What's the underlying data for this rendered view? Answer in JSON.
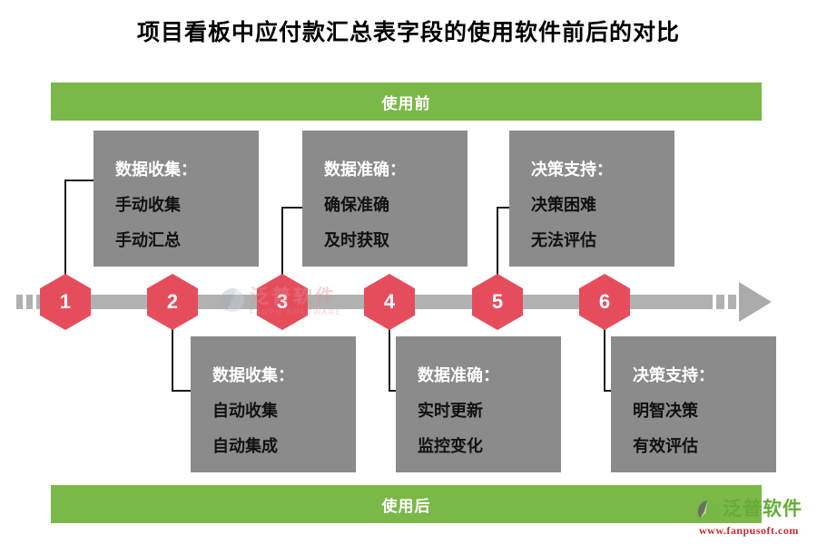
{
  "title": "项目看板中应付款汇总表字段的使用软件前后的对比",
  "banners": {
    "before": "使用前",
    "after": "使用后"
  },
  "timeline": {
    "steps": [
      "1",
      "2",
      "3",
      "4",
      "5",
      "6"
    ]
  },
  "boxes_top": [
    {
      "heading": "数据收集：",
      "lines": [
        "手动收集",
        "手动汇总"
      ]
    },
    {
      "heading": "数据准确：",
      "lines": [
        "确保准确",
        "及时获取"
      ]
    },
    {
      "heading": "决策支持：",
      "lines": [
        "决策困难",
        "无法评估"
      ]
    }
  ],
  "boxes_bottom": [
    {
      "heading": "数据收集：",
      "lines": [
        "自动收集",
        "自动集成"
      ]
    },
    {
      "heading": "数据准确：",
      "lines": [
        "实时更新",
        "监控变化"
      ]
    },
    {
      "heading": "决策支持：",
      "lines": [
        "明智决策",
        "有效评估"
      ]
    }
  ],
  "watermark": {
    "name": "泛普软件",
    "sub": "FANPU SOFTWARE"
  },
  "logo": {
    "name": "泛普软件",
    "url": "www.fanpusoft.com"
  },
  "colors": {
    "banner_green": "#7ab848",
    "hexagon_red": "#e64d5c",
    "box_gray": "#8b8b8b",
    "timeline_gray": "#b1b1b1",
    "logo_green": "#64ad37",
    "logo_url_red": "#cc2a2a"
  }
}
